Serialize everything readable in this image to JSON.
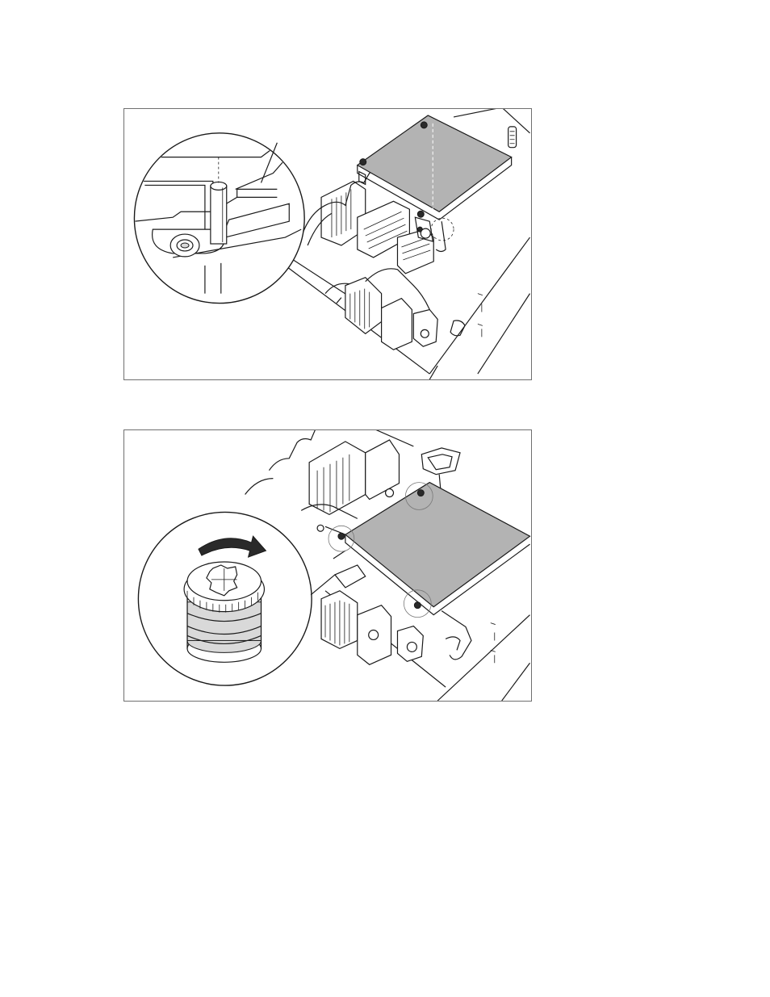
{
  "figures": [
    {
      "id": "figure-1",
      "content": "line-art",
      "detail": "callout-magnified"
    },
    {
      "id": "figure-2",
      "content": "line-art",
      "detail": "callout-magnified"
    }
  ],
  "colors": {
    "frame": "#6f6f6f",
    "line": "#1a1a1a",
    "plate": "#b3b3b3",
    "background": "#ffffff"
  },
  "icons": [
    "thumbscrew-rotate-arrow-icon",
    "guide-pin-icon"
  ]
}
